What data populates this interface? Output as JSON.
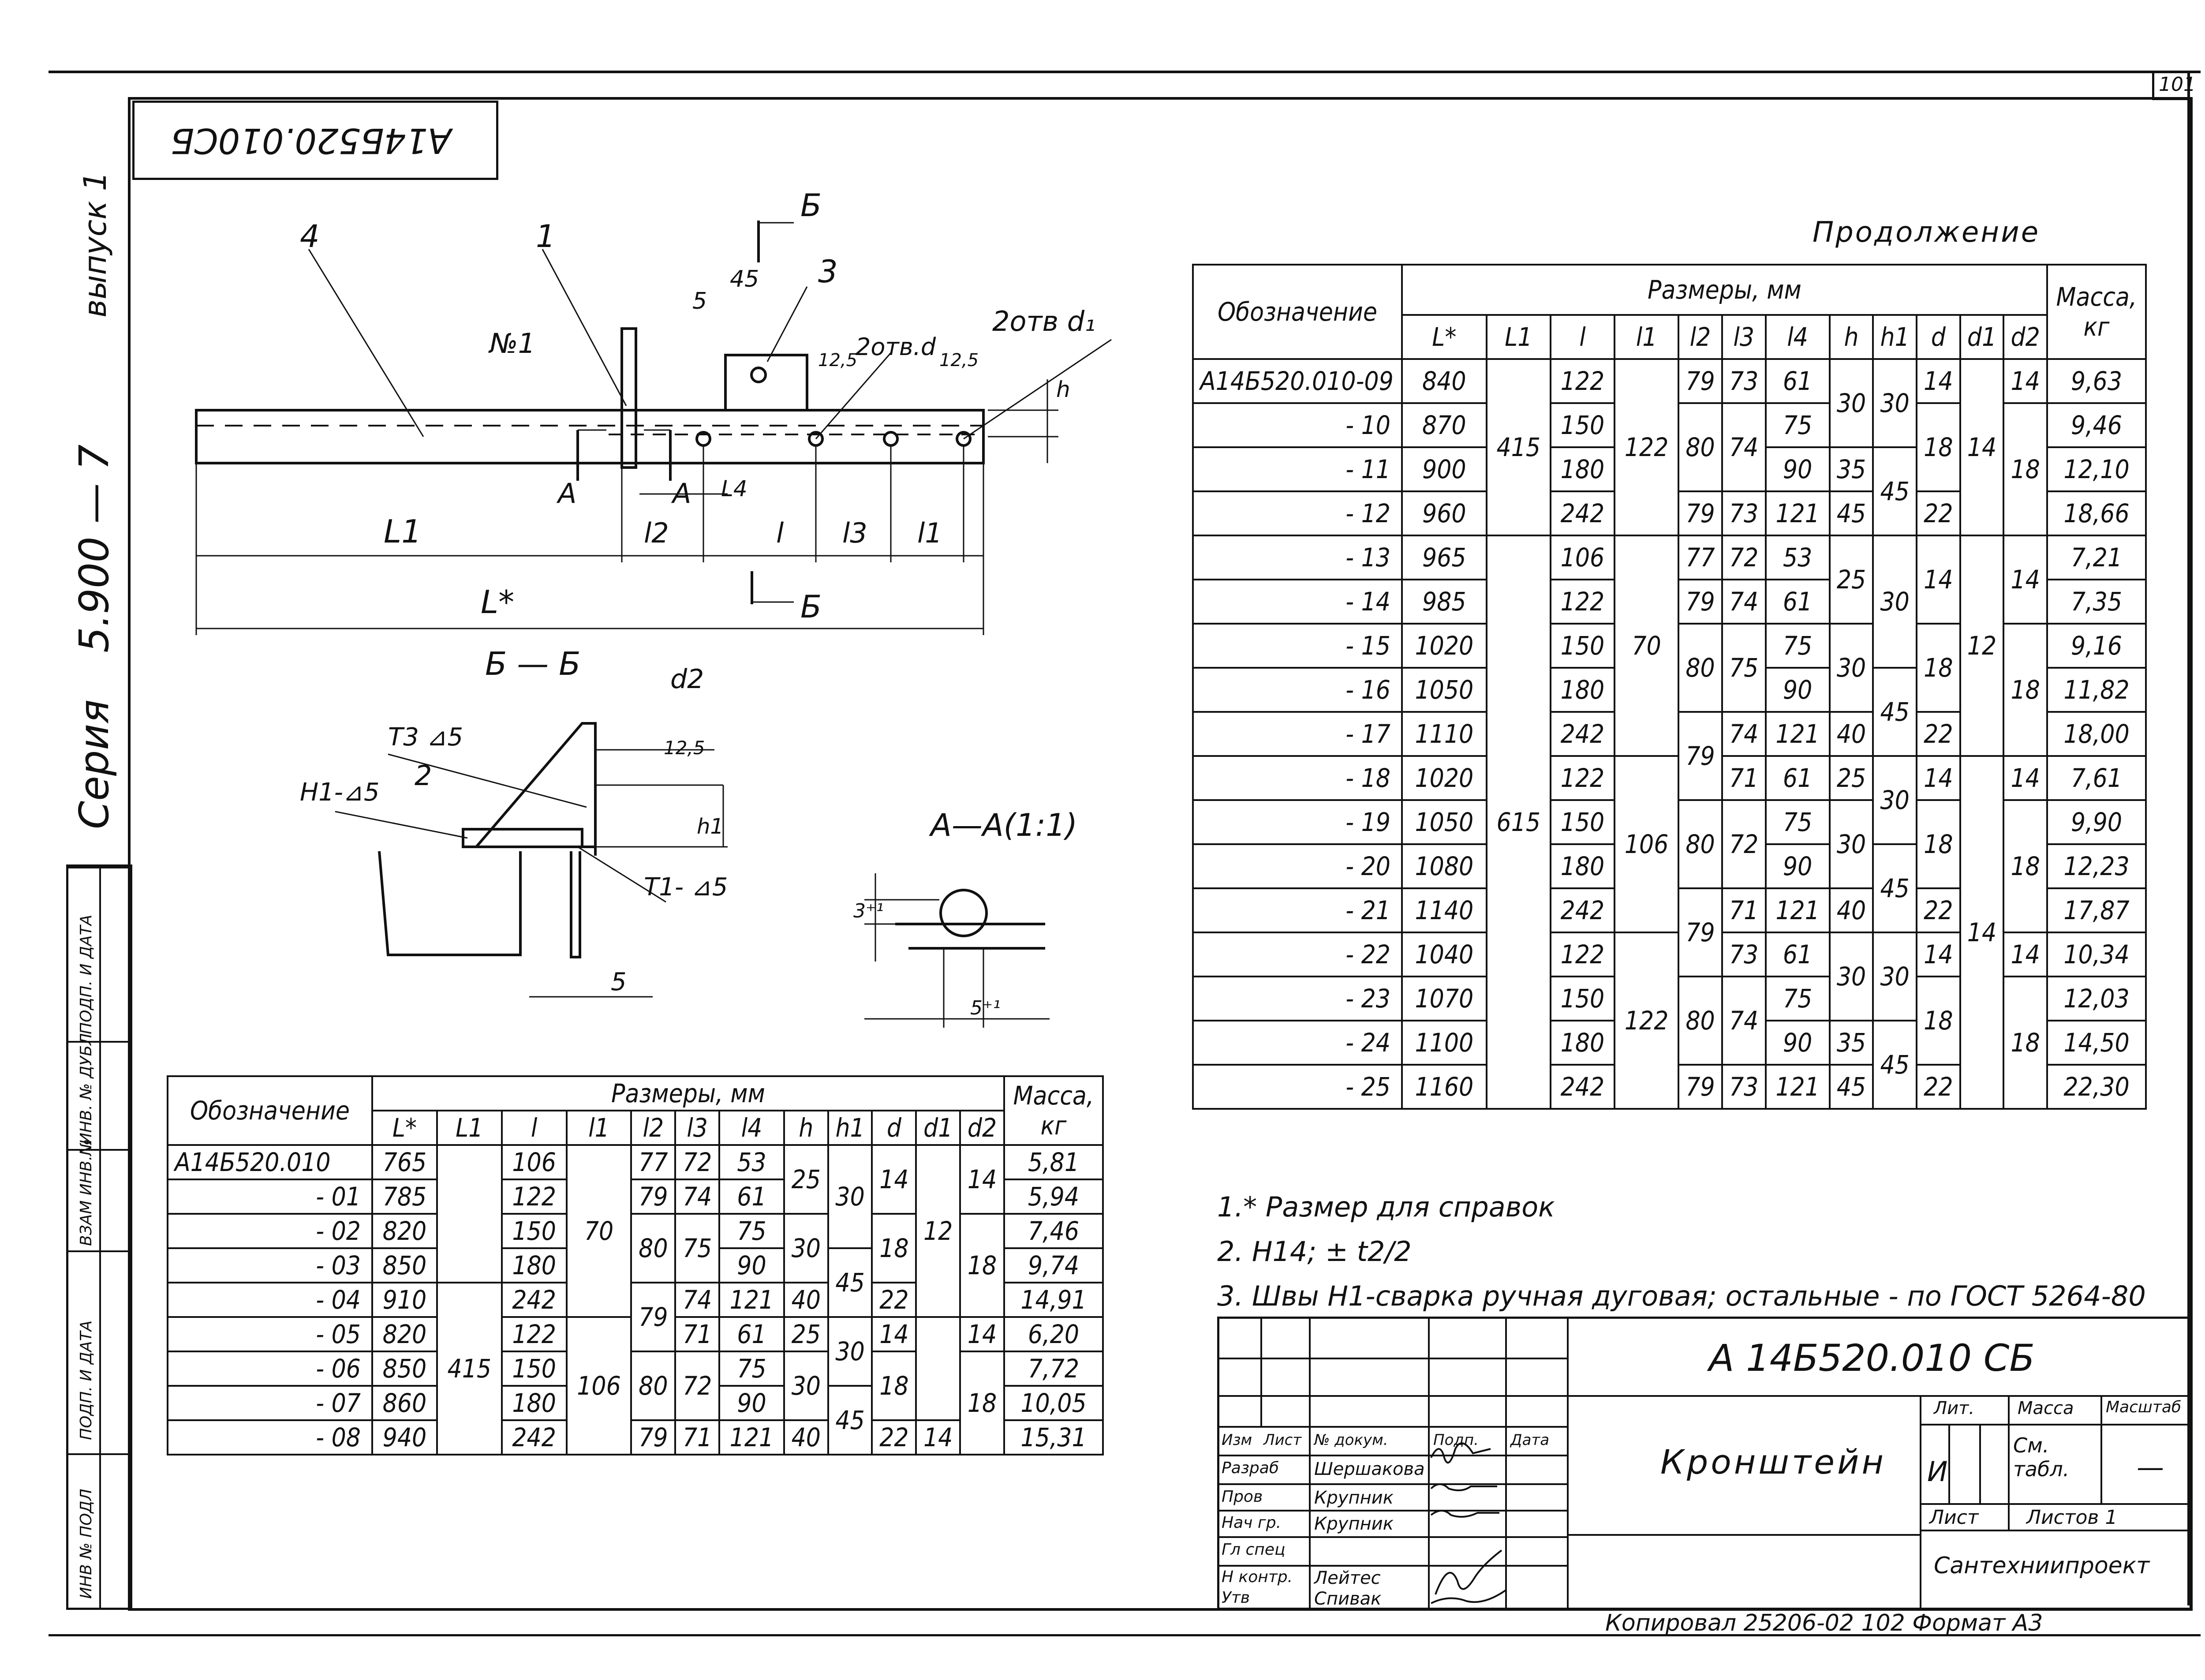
{
  "sheet": {
    "sheet_number": "101",
    "stamp_code": "А14Б520.010СБ",
    "series_label": "Серия",
    "series_value": "5.900 — 7",
    "issue_label": "выпуск 1",
    "left_strip": [
      "ИНВ № ПОДЛ",
      "ПОДП. И ДАТА",
      "ВЗАМ ИНВ.№",
      "ИНВ. № ДУБЛ",
      "ПОДП. И ДАТА"
    ]
  },
  "drawing": {
    "labels": {
      "part4": "4",
      "part1": "1",
      "part3": "3",
      "part2": "2",
      "no1": "№1",
      "holes_d": "2отв.d",
      "holes_d1": "2отв d₁",
      "dim5": "5",
      "dim45": "45",
      "dim12_5a": "12,5",
      "dim12_5b": "12,5",
      "h": "h",
      "A1": "A",
      "A2": "A",
      "L1": "L1",
      "l2": "l2",
      "l4": "L4",
      "l": "l",
      "l3": "l3",
      "l1": "l1",
      "Lstar": "L*",
      "B_top": "Б",
      "B_bottom": "Б",
      "section_BB": "Б — Б",
      "d2": "d2",
      "dim12_5c": "12,5",
      "h1": "h1",
      "weld_T3": "T3 ⊿5",
      "weld_H1": "H1-⊿5",
      "weld_T1": "T1- ⊿5",
      "dim5b": "5",
      "section_AA": "A—A(1:1)",
      "dim3": "3⁺¹",
      "dim5c": "5⁺¹"
    }
  },
  "table_left": {
    "header_designation": "Обозначение",
    "header_sizes": "Размеры, мм",
    "header_mass": "Масса, кг",
    "columns": [
      "L*",
      "L1",
      "l",
      "l1",
      "l2",
      "l3",
      "l4",
      "h",
      "h1",
      "d",
      "d1",
      "d2"
    ],
    "rows": [
      {
        "des": "А14Б520.010",
        "Ls": "765",
        "l": "106",
        "l2": "77",
        "l3": "72",
        "l4": "53",
        "d2": "14",
        "m": "5,81"
      },
      {
        "des": "- 01",
        "Ls": "785",
        "l": "122",
        "l2": "79",
        "l3": "74",
        "l4": "61",
        "m": "5,94"
      },
      {
        "des": "- 02",
        "Ls": "820",
        "l": "150",
        "l4": "75",
        "m": "7,46"
      },
      {
        "des": "- 03",
        "Ls": "850",
        "l": "180",
        "l4": "90",
        "m": "9,74"
      },
      {
        "des": "- 04",
        "Ls": "910",
        "l": "242",
        "l3": "74",
        "l4": "121",
        "h": "40",
        "d": "22",
        "m": "14,91"
      },
      {
        "des": "- 05",
        "Ls": "820",
        "l": "122",
        "l3": "71",
        "l4": "61",
        "h": "25",
        "d": "14",
        "d2": "14",
        "m": "6,20"
      },
      {
        "des": "- 06",
        "Ls": "850",
        "l": "150",
        "l4": "75",
        "m": "7,72"
      },
      {
        "des": "- 07",
        "Ls": "860",
        "l": "180",
        "l4": "90",
        "m": "10,05"
      },
      {
        "des": "- 08",
        "Ls": "940",
        "l": "242",
        "l2": "79",
        "l3": "71",
        "l4": "121",
        "h": "40",
        "d": "22",
        "d1": "14",
        "m": "15,31"
      }
    ],
    "merged": {
      "L1": "415",
      "l1_a": "70",
      "l1_b": "106",
      "l2_a": "80",
      "l2_b": "79",
      "l2_c": "80",
      "l3_a": "75",
      "l3_b": "72",
      "h_a": "25",
      "h_b": "30",
      "h_c": "30",
      "h1_a": "30",
      "h1_b": "45",
      "h1_c": "30",
      "h1_d": "45",
      "d_a": "14",
      "d_b": "18",
      "d_c": "18",
      "d1_a": "12",
      "d2_a": "18",
      "d2_b": "18"
    }
  },
  "table_right": {
    "caption": "Продолжение",
    "header_designation": "Обозначение",
    "header_sizes": "Размеры, мм",
    "header_mass": "Масса, кг",
    "columns": [
      "L*",
      "L1",
      "l",
      "l1",
      "l2",
      "l3",
      "l4",
      "h",
      "h1",
      "d",
      "d1",
      "d2"
    ],
    "rows": [
      {
        "des": "А14Б520.010-09",
        "Ls": "840",
        "l": "122",
        "l2": "79",
        "l3": "73",
        "l4": "61",
        "d": "14",
        "d2": "14",
        "m": "9,63"
      },
      {
        "des": "- 10",
        "Ls": "870",
        "l": "150",
        "l4": "75",
        "m": "9,46"
      },
      {
        "des": "- 11",
        "Ls": "900",
        "l": "180",
        "l4": "90",
        "h": "35",
        "m": "12,10"
      },
      {
        "des": "- 12",
        "Ls": "960",
        "l": "242",
        "l2": "79",
        "l3": "73",
        "l4": "121",
        "h": "45",
        "d": "22",
        "m": "18,66"
      },
      {
        "des": "- 13",
        "Ls": "965",
        "l": "106",
        "l2": "77",
        "l3": "72",
        "l4": "53",
        "m": "7,21"
      },
      {
        "des": "- 14",
        "Ls": "985",
        "l": "122",
        "l2": "79",
        "l3": "74",
        "l4": "61",
        "m": "7,35"
      },
      {
        "des": "- 15",
        "Ls": "1020",
        "l": "150",
        "l4": "75",
        "m": "9,16"
      },
      {
        "des": "- 16",
        "Ls": "1050",
        "l": "180",
        "l4": "90",
        "m": "11,82"
      },
      {
        "des": "- 17",
        "Ls": "1110",
        "l": "242",
        "l3": "74",
        "l4": "121",
        "h": "40",
        "d": "22",
        "m": "18,00"
      },
      {
        "des": "- 18",
        "Ls": "1020",
        "l": "122",
        "l3": "71",
        "l4": "61",
        "h": "25",
        "d": "14",
        "d2": "14",
        "m": "7,61"
      },
      {
        "des": "- 19",
        "Ls": "1050",
        "l": "150",
        "l4": "75",
        "m": "9,90"
      },
      {
        "des": "- 20",
        "Ls": "1080",
        "l": "180",
        "l4": "90",
        "m": "12,23"
      },
      {
        "des": "- 21",
        "Ls": "1140",
        "l": "242",
        "l3": "71",
        "l4": "121",
        "h": "40",
        "d": "22",
        "m": "17,87"
      },
      {
        "des": "- 22",
        "Ls": "1040",
        "l": "122",
        "l3": "73",
        "l4": "61",
        "d": "14",
        "d2": "14",
        "m": "10,34"
      },
      {
        "des": "- 23",
        "Ls": "1070",
        "l": "150",
        "l4": "75",
        "m": "12,03"
      },
      {
        "des": "- 24",
        "Ls": "1100",
        "l": "180",
        "l4": "90",
        "h": "35",
        "m": "14,50"
      },
      {
        "des": "- 25",
        "Ls": "1160",
        "l": "242",
        "l2": "79",
        "l3": "73",
        "l4": "121",
        "h": "45",
        "d": "22",
        "m": "22,30"
      }
    ],
    "merged": {
      "L1_a": "415",
      "L1_b": "615",
      "l1_a": "122",
      "l1_b": "70",
      "l1_c": "106",
      "l1_d": "122",
      "l2_a": "80",
      "l2_b": "80",
      "l2_c": "79",
      "l2_d": "80",
      "l2_e": "79",
      "l2_f": "80",
      "l3_a": "74",
      "l3_b": "75",
      "l3_c": "72",
      "l3_d": "74",
      "h_a": "30",
      "h_b": "25",
      "h_c": "30",
      "h_d": "30",
      "h_e": "30",
      "h1_a": "30",
      "h1_b": "45",
      "h1_c": "30",
      "h1_d": "45",
      "h1_e": "30",
      "h1_f": "45",
      "h1_g": "30",
      "h1_h": "45",
      "d_a": "18",
      "d_b": "14",
      "d_c": "18",
      "d_d": "18",
      "d_e": "18",
      "d1_a": "14",
      "d1_b": "12",
      "d1_c": "14",
      "d2_a": "18",
      "d2_b": "14",
      "d2_c": "18",
      "d2_d": "18",
      "d2_e": "18"
    }
  },
  "notes": [
    "1.* Размер для справок",
    "2. H14; ± t2/2",
    "3. Швы H1-сварка ручная дуговая; остальные - по ГОСТ 5264-80"
  ],
  "title_block": {
    "doc_code": "А 14Б520.010 СБ",
    "name": "Кронштейн",
    "lit_label": "Лит.",
    "mass_label": "Масса",
    "scale_label": "Масштаб",
    "lit_value": "И",
    "mass_value": "См. табл.",
    "scale_value": "—",
    "sheet_label": "Лист",
    "sheets_label": "Листов 1",
    "org": "Сантехниипроект",
    "col_headers": [
      "Изм",
      "Лист",
      "№ докум.",
      "Подп.",
      "Дата"
    ],
    "roles": [
      {
        "role": "Разраб",
        "name": "Шершакова"
      },
      {
        "role": "Пров",
        "name": "Крупник"
      },
      {
        "role": "Нач гр.",
        "name": "Крупник"
      },
      {
        "role": "Гл спец",
        "name": ""
      },
      {
        "role": "Н контр.",
        "name": "Лейтес"
      },
      {
        "role": "Утв",
        "name": "Спивак"
      }
    ],
    "copy_line": "Копировал 25206-02  102  Формат А3"
  }
}
